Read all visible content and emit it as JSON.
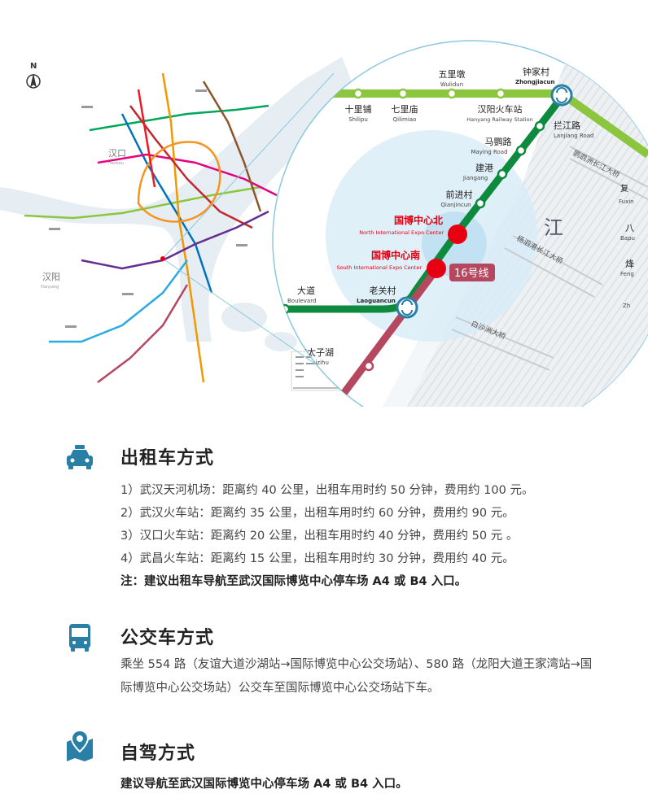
{
  "map": {
    "north": "N",
    "hankou": "汉口",
    "hankou_en": "Hankou",
    "hanyang": "汉阳",
    "hanyang_en": "Hanyang",
    "river_label": "江",
    "line_label": "16号线",
    "stations": {
      "wulidun": {
        "cn": "五里墩",
        "en": "Wulidun"
      },
      "zhongjiacun": {
        "cn": "钟家村",
        "en": "Zhongjiacun"
      },
      "shilipu": {
        "cn": "十里铺",
        "en": "Shilipu"
      },
      "qilimiao": {
        "cn": "七里庙",
        "en": "Qilimiao"
      },
      "hanyang_rs": {
        "cn": "汉阳火车站",
        "en": "Hanyang Railway Station"
      },
      "lanjiang": {
        "cn": "拦江路",
        "en": "Lanjiang Road"
      },
      "mayinglu": {
        "cn": "马鹦路",
        "en": "Maying Road"
      },
      "jiangang": {
        "cn": "建港",
        "en": "Jiangang"
      },
      "qianjincun": {
        "cn": "前进村",
        "en": "Qianjincun"
      },
      "north_expo": {
        "cn": "国博中心北",
        "en": "North International Expo Center"
      },
      "south_expo": {
        "cn": "国博中心南",
        "en": "South International Expo Center"
      },
      "boulevard": {
        "cn": "大道",
        "en": "Boulevard"
      },
      "laoguancun": {
        "cn": "老关村",
        "en": "Laoguancun"
      },
      "nantaizihu": {
        "cn": "南太子湖",
        "en": "Taizihu"
      }
    },
    "bridges": [
      "鹦鹉洲长江大桥",
      "杨泗港长江大桥",
      "白沙洲大桥"
    ],
    "right_edge": [
      {
        "cn": "复",
        "en": "Fuxin"
      },
      {
        "cn": "八",
        "en": "Bapu"
      },
      {
        "cn": "烽",
        "en": "Feng"
      },
      {
        "cn": "",
        "en": "Zh"
      }
    ]
  },
  "taxi": {
    "title": "出租车方式",
    "lines": [
      "1）武汉天河机场：距离约 40 公里，出租车用时约 50 分钟，费用约 100 元。",
      "2）武汉火车站：距离约 35 公里，出租车用时约 60 分钟，费用约 90 元。",
      "3）汉口火车站：距离约 20 公里，出租车用时约 40 分钟，费用约 50 元 。",
      "4）武昌火车站：距离约 15 公里，出租车用时约 30 分钟，费用约 40 元。"
    ],
    "note": "注：建议出租车导航至武汉国际博览中心停车场 A4 或 B4 入口。"
  },
  "bus": {
    "title": "公交车方式",
    "text": "乘坐 554 路（友谊大道沙湖站→国际博览中心公交场站）、580 路（龙阳大道王家湾站→国际博览中心公交场站）公交车至国际博览中心公交场站下车。"
  },
  "drive": {
    "title": "自驾方式",
    "text": "建议导航至武汉国际博览中心停车场 A4 或 B4 入口。"
  },
  "colors": {
    "accent": "#2a7fa7",
    "line_green": "#8cc63f",
    "line_dark_green": "#0e8a3e",
    "line_16": "#b5475e",
    "station_red": "#e60012"
  }
}
